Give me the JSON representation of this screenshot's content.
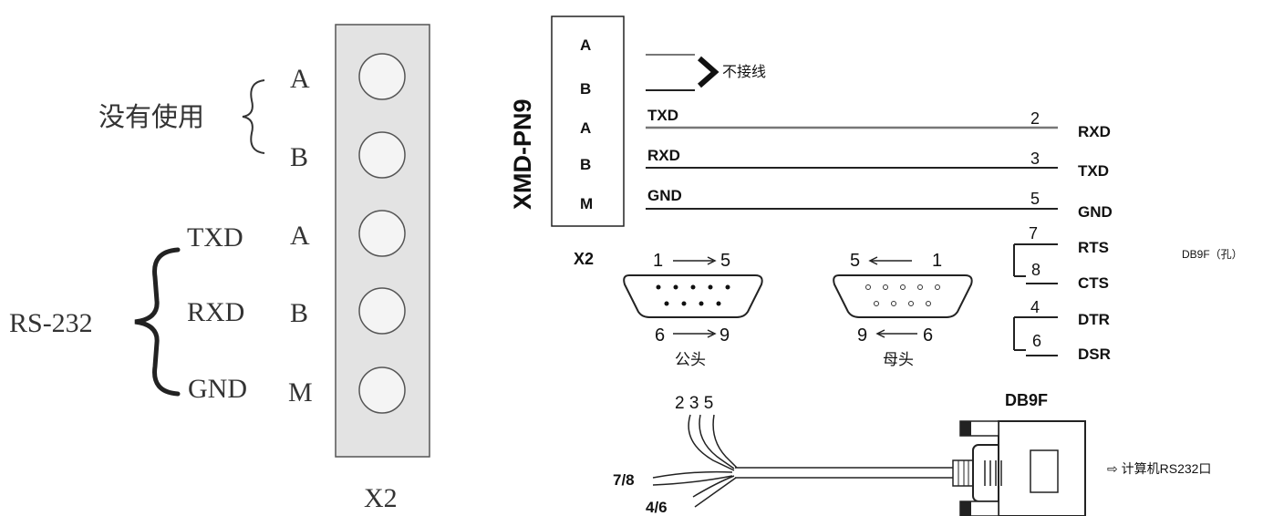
{
  "left": {
    "unused_label": "没有使用",
    "rs232_label": "RS-232",
    "terminal_letters": [
      "A",
      "B",
      "A",
      "B",
      "M"
    ],
    "signal_labels": [
      "TXD",
      "RXD",
      "GND"
    ],
    "block_label": "X2"
  },
  "right": {
    "device_label": "XMD-PN9",
    "block_pins": [
      "A",
      "B",
      "A",
      "B",
      "M"
    ],
    "block_label": "X2",
    "no_connect_label": "不接线",
    "wires": [
      {
        "source": "TXD",
        "pin": "2",
        "dest": "RXD"
      },
      {
        "source": "RXD",
        "pin": "3",
        "dest": "TXD"
      },
      {
        "source": "GND",
        "pin": "5",
        "dest": "GND"
      }
    ],
    "jumpers": [
      {
        "pin_a": "7",
        "signal_a": "RTS",
        "pin_b": "8",
        "signal_b": "CTS"
      },
      {
        "pin_a": "4",
        "signal_a": "DTR",
        "pin_b": "6",
        "signal_b": "DSR"
      }
    ],
    "db9_hole_label": "DB9F（孔）",
    "male": {
      "top_left": "1",
      "top_right": "5",
      "bottom_left": "6",
      "bottom_right": "9",
      "label": "公头"
    },
    "female": {
      "top_left": "5",
      "top_right": "1",
      "bottom_left": "9",
      "bottom_right": "6",
      "label": "母头"
    },
    "cable": {
      "wire_numbers": "2 3 5",
      "loose_a": "7/8",
      "loose_b": "4/6",
      "connector_label": "DB9F",
      "computer_label": "⇨ 计算机RS232口"
    }
  }
}
